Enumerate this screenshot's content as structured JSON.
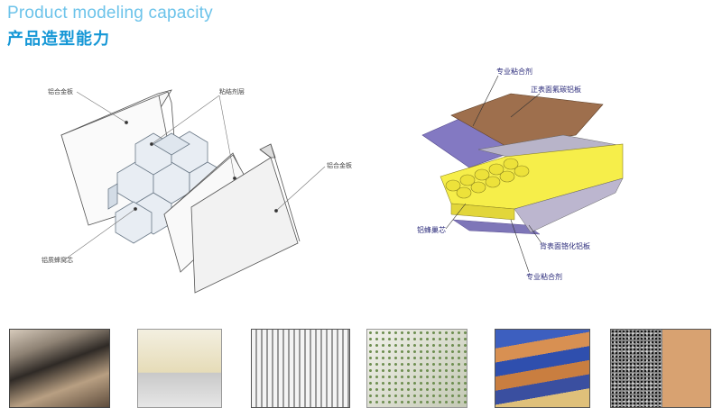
{
  "header": {
    "title_en": "Product modeling capacity",
    "title_cn": "产品造型能力"
  },
  "left_diagram": {
    "labels": {
      "aluminum_sheet_top": "铝合金板",
      "adhesive_layer": "粘结剂层",
      "aluminum_sheet_right": "铝合金板",
      "honeycomb_core": "铝质蜂窝芯"
    }
  },
  "right_diagram": {
    "labels": {
      "adhesive_top": "专业粘合剂",
      "front_panel": "正表面氟碳铝板",
      "honeycomb_core": "铝蜂巢芯",
      "back_panel": "背表面铬化铝板",
      "adhesive_bottom": "专业粘合剂"
    }
  },
  "samples": {
    "count": 6,
    "names": [
      "stone-faced-panel-sample",
      "cream-edge-panel-sample",
      "cut-honeycomb-sample",
      "perforated-panel-sample",
      "stacked-colored-panels-sample",
      "granite-and-wood-panels-sample"
    ]
  }
}
